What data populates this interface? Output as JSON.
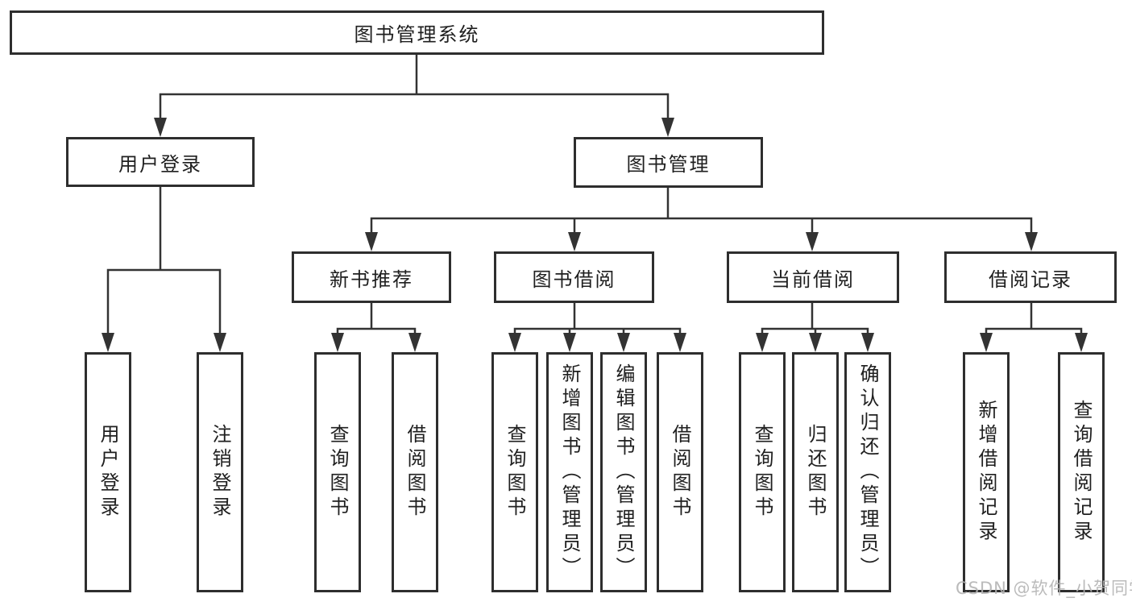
{
  "diagram": {
    "type": "hierarchy-tree",
    "line_color": "#333333",
    "text_color": "#1f1f1f",
    "root": {
      "label": "图书管理系统",
      "children": [
        {
          "label": "用户登录",
          "children": [
            {
              "label": "用户登录"
            },
            {
              "label": "注销登录"
            }
          ]
        },
        {
          "label": "图书管理",
          "children": [
            {
              "label": "新书推荐",
              "children": [
                {
                  "label": "查询图书"
                },
                {
                  "label": "借阅图书"
                }
              ]
            },
            {
              "label": "图书借阅",
              "children": [
                {
                  "label": "查询图书"
                },
                {
                  "label": "新增图书（管理员）"
                },
                {
                  "label": "编辑图书（管理员）"
                },
                {
                  "label": "借阅图书"
                }
              ]
            },
            {
              "label": "当前借阅",
              "children": [
                {
                  "label": "查询图书"
                },
                {
                  "label": "归还图书"
                },
                {
                  "label": "确认归还（管理员）"
                }
              ]
            },
            {
              "label": "借阅记录",
              "children": [
                {
                  "label": "新增借阅记录"
                },
                {
                  "label": "查询借阅记录"
                }
              ]
            }
          ]
        }
      ]
    },
    "watermark": "CSDN @软件_小贺同学",
    "watermark_color": "#b4b4b4"
  }
}
